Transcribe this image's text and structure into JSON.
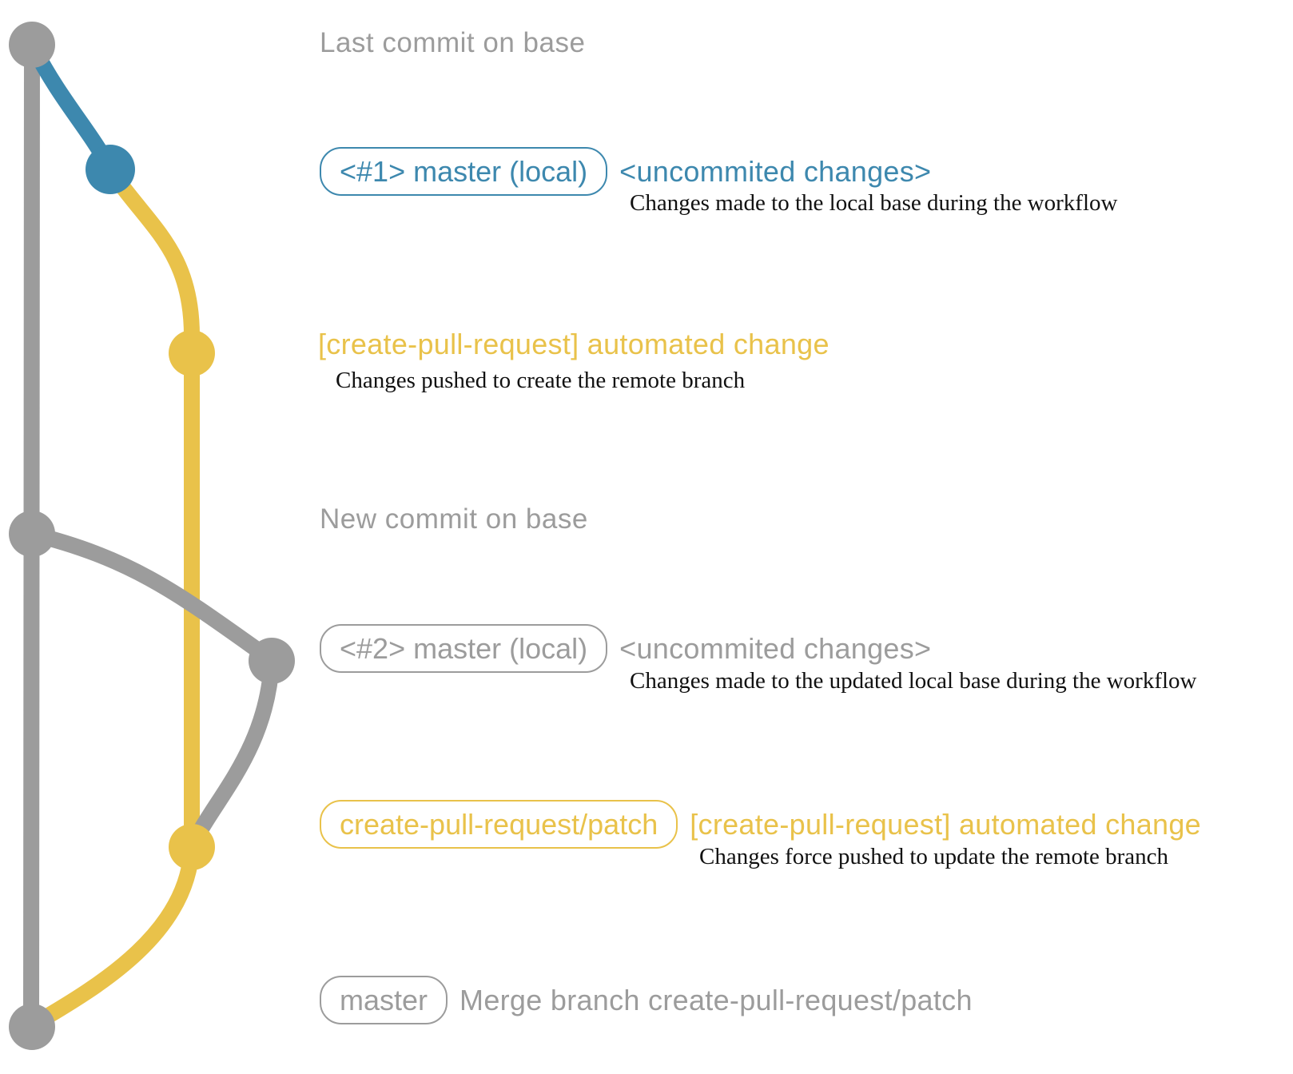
{
  "colors": {
    "base_gray": "#9c9c9c",
    "local_blue": "#3d88ae",
    "patch_yellow": "#e9c24a",
    "description_text": "#111111",
    "background": "#ffffff"
  },
  "annotations": {
    "last_commit_label": "Last commit on base",
    "local1": {
      "tag": "<#1> master (local)",
      "message": "<uncommited changes>",
      "description": "Changes made to the local base during the workflow"
    },
    "patch1": {
      "message": "[create-pull-request] automated change",
      "description": "Changes pushed to create the remote branch"
    },
    "new_commit_label": "New commit on base",
    "local2": {
      "tag": "<#2> master (local)",
      "message": "<uncommited changes>",
      "description": "Changes made to the updated local base during the workflow"
    },
    "patch2": {
      "tag": "create-pull-request/patch",
      "message": "[create-pull-request] automated change",
      "description": "Changes force pushed to update the remote branch"
    },
    "merge": {
      "tag": "master",
      "message": "Merge branch create-pull-request/patch"
    }
  }
}
